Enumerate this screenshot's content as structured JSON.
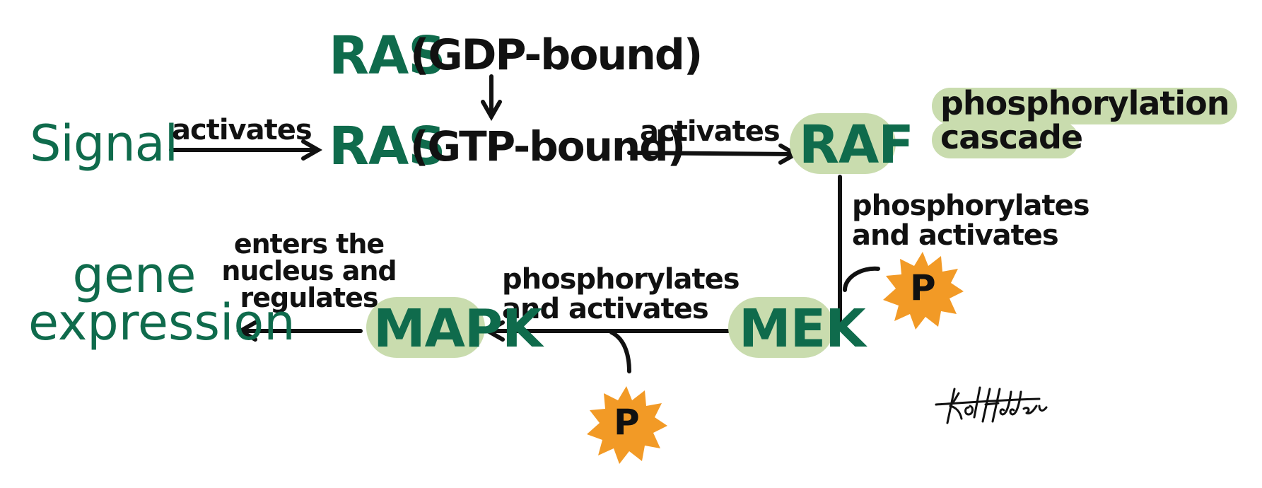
{
  "title_badge": {
    "line1": "phosphorylation",
    "line2": "cascade"
  },
  "nodes": {
    "signal": "Signal",
    "ras_gdp": "RAS",
    "ras_gdp_note": "(GDP-bound)",
    "ras_gtp": "RAS",
    "ras_gtp_note": "(GTP-bound)",
    "raf": "RAF",
    "mek": "MEK",
    "mapk": "MAPK",
    "gene_line1": "gene",
    "gene_line2": "expression"
  },
  "edges": {
    "signal_to_ras": "activates",
    "ras_to_raf": "activates",
    "raf_to_mek_line1": "phosphorylates",
    "raf_to_mek_line2": "and activates",
    "mek_to_mapk_line1": "phosphorylates",
    "mek_to_mapk_line2": "and activates",
    "mapk_to_gene_line1": "enters the",
    "mapk_to_gene_line2": "nucleus and",
    "mapk_to_gene_line3": "regulates"
  },
  "phosphate_label": "P",
  "colors": {
    "node_text": "#0f6b4c",
    "highlight": "#c9dcae",
    "phosphate": "#f29a26",
    "ink": "#111111"
  }
}
